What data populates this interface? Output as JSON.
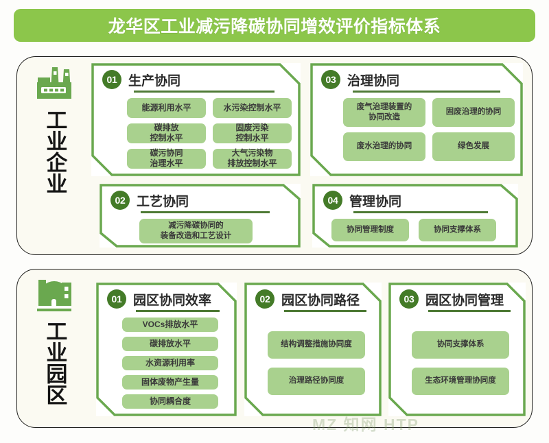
{
  "title": "龙华区工业减污降碳协同增效评价指标体系",
  "watermark": "MZ 知网 HTP",
  "colors": {
    "banner": "#8cc64b",
    "card_border": "#6aa84f",
    "badge": "#447b28",
    "pill": "#a9d18e",
    "panel_bg": "#fbfaf2"
  },
  "sections": [
    {
      "id": "enterprise",
      "label": "工业企业",
      "icon": "factory-icon",
      "cards": [
        {
          "number": "01",
          "title": "生产协同",
          "items": [
            "能源利用水平",
            "水污染控制水平",
            "碳排放\n控制水平",
            "固废污染\n控制水平",
            "碳污协同\n治理水平",
            "大气污染物\n排放控制水平"
          ]
        },
        {
          "number": "02",
          "title": "工艺协同",
          "items": [
            "减污降碳协同的\n装备改造和工艺设计"
          ]
        },
        {
          "number": "03",
          "title": "治理协同",
          "items": [
            "废气治理装置的\n协同改造",
            "固废治理的协同",
            "废水治理的协同",
            "绿色发展"
          ]
        },
        {
          "number": "04",
          "title": "管理协同",
          "items": [
            "协同管理制度",
            "协同支撑体系"
          ]
        }
      ]
    },
    {
      "id": "park",
      "label": "工业园区",
      "icon": "industrial-park-icon",
      "cards": [
        {
          "number": "01",
          "title": "园区协同效率",
          "items": [
            "VOCs排放水平",
            "碳排放水平",
            "水资源利用率",
            "固体废物产生量",
            "协同耦合度"
          ]
        },
        {
          "number": "02",
          "title": "园区协同路径",
          "items": [
            "结构调整措施协同度",
            "治理路径协同度"
          ]
        },
        {
          "number": "03",
          "title": "园区协同管理",
          "items": [
            "协同支撑体系",
            "生态环境管理协同度"
          ]
        }
      ]
    }
  ]
}
